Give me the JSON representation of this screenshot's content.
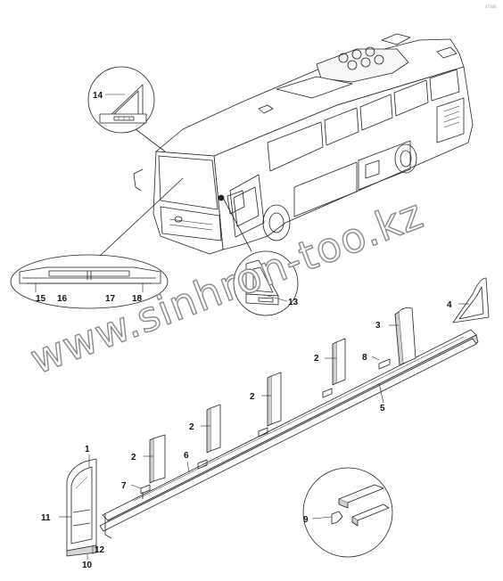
{
  "corner_code": "47346",
  "watermark": "www.sinhron-too.kz",
  "callouts": {
    "c1": "1",
    "c2a": "2",
    "c2b": "2",
    "c2c": "2",
    "c2d": "2",
    "c3": "3",
    "c4": "4",
    "c5": "5",
    "c6": "6",
    "c7": "7",
    "c8": "8",
    "c9": "9",
    "c10": "10",
    "c11": "11",
    "c12": "12",
    "c13": "13",
    "c14": "14",
    "c15": "15",
    "c16": "16",
    "c17": "17",
    "c18": "18"
  },
  "colors": {
    "line": "#222222",
    "part_fill": "#ffffff",
    "shade": "#b8b8b8",
    "watermark_outline": "#8a8a8a"
  }
}
